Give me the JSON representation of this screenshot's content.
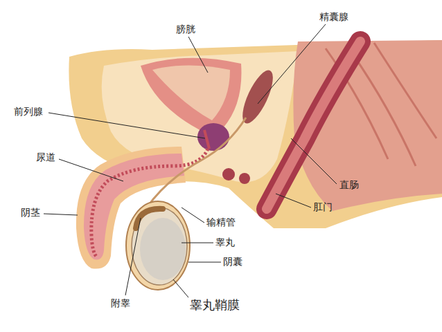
{
  "diagram": {
    "labels": [
      "膀胱",
      "精囊腺",
      "前列腺",
      "尿道",
      "阴茎",
      "直肠",
      "肛门",
      "输精管",
      "睾丸",
      "阴囊",
      "附睾",
      "睾丸鞘膜"
    ]
  }
}
